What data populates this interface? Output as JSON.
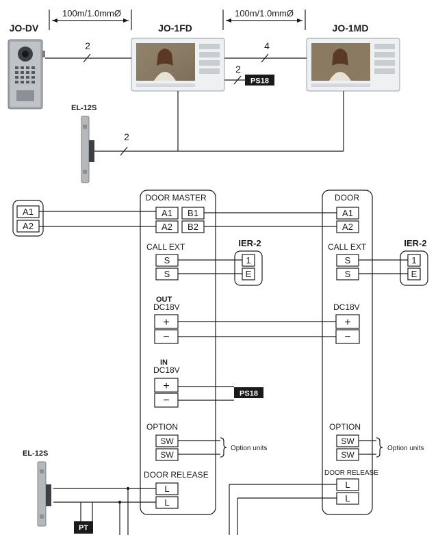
{
  "devices": {
    "door_station": "JO-DV",
    "master_monitor": "JO-1FD",
    "sub_monitor": "JO-1MD",
    "door_strike_top": "EL-12S",
    "door_strike_bottom": "EL-12S",
    "power_supply_top": "PS18",
    "power_supply_bottom": "PS18",
    "transformer": "PT"
  },
  "cables": {
    "dist_1": "100m/1.0mmØ",
    "dist_2": "100m/1.0mmØ",
    "wires_dv_fd": "2",
    "wires_fd_md": "4",
    "wires_ps": "2",
    "wires_strike": "2"
  },
  "left_station": {
    "t1": "A1",
    "t2": "A2"
  },
  "master_unit": {
    "door_header": "DOOR MASTER",
    "door_a1": "A1",
    "door_a2": "A2",
    "door_b1": "B1",
    "door_b2": "B2",
    "call_ext": "CALL EXT",
    "call_s1": "S",
    "call_s2": "S",
    "out_label": "OUT",
    "out_voltage": "DC18V",
    "out_plus": "+",
    "out_minus": "−",
    "in_label": "IN",
    "in_voltage": "DC18V",
    "in_plus": "+",
    "in_minus": "−",
    "option": "OPTION",
    "sw1": "SW",
    "sw2": "SW",
    "door_release": "DOOR RELEASE",
    "l1": "L",
    "l2": "L"
  },
  "sub_unit": {
    "door_header": "DOOR",
    "door_a1": "A1",
    "door_a2": "A2",
    "call_ext": "CALL EXT",
    "call_s1": "S",
    "call_s2": "S",
    "dc_voltage": "DC18V",
    "dc_plus": "+",
    "dc_minus": "−",
    "option": "OPTION",
    "sw1": "SW",
    "sw2": "SW",
    "door_release": "DOOR RELEASE",
    "l1": "L",
    "l2": "L"
  },
  "ier_master": {
    "title": "IER-2",
    "t1": "1",
    "t2": "E"
  },
  "ier_sub": {
    "title": "IER-2",
    "t1": "1",
    "t2": "E"
  },
  "option_units_1": "Option units",
  "option_units_2": "Option units",
  "colors": {
    "line": "#1a1a1a",
    "badge": "#1a1a1a",
    "door_station_metal": "#9ea3a8",
    "monitor_body": "#eceff1",
    "strike_metal": "#b5b8bb"
  }
}
